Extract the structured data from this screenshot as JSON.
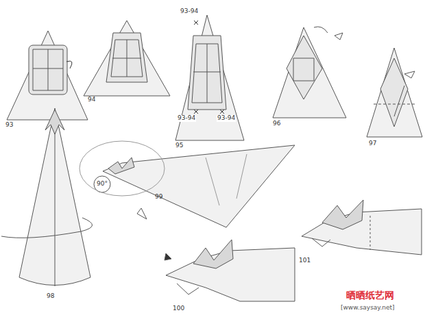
{
  "diagram": {
    "labels": [
      "93",
      "94",
      "93-94",
      "93-94",
      "93-94",
      "95",
      "96",
      "97",
      "98",
      "90°",
      "99",
      "100",
      "101",
      "晒晒纸艺网",
      "[www.saysay.net]"
    ]
  }
}
